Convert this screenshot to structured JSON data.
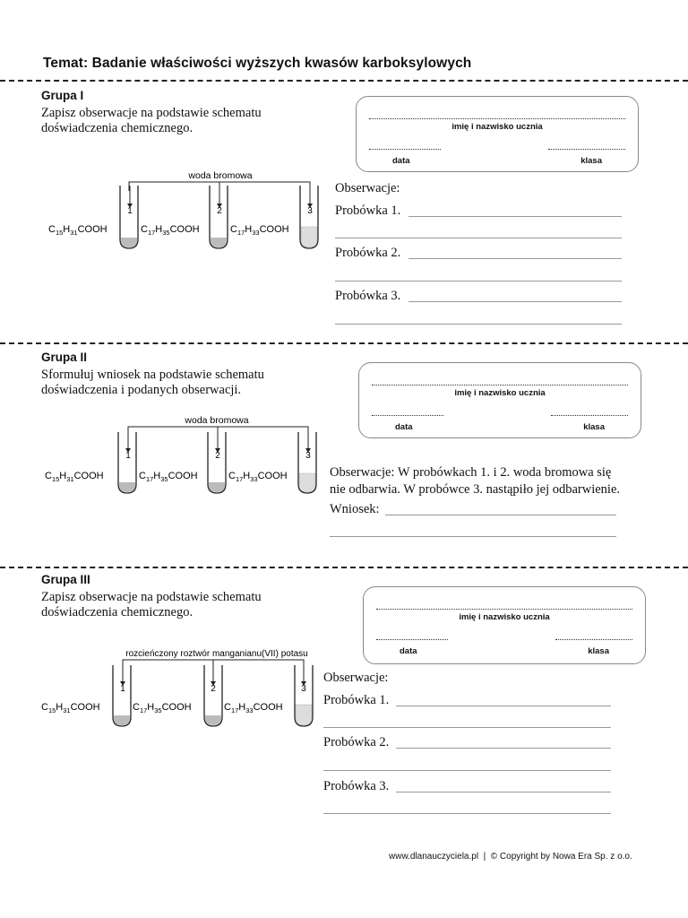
{
  "title": "Temat: Badanie właściwości wyższych kwasów karboksylowych",
  "card": {
    "name_label": "imię i nazwisko ucznia",
    "date_label": "data",
    "class_label": "klasa"
  },
  "group1": {
    "heading": "Grupa I",
    "instruction_line1": "Zapisz obserwacje na podstawie schematu",
    "instruction_line2": "doświadczenia chemicznego.",
    "reagent": "woda bromowa",
    "acids": [
      {
        "base": "C",
        "s1": "15",
        "mid": "H",
        "s2": "31",
        "tail": "COOH"
      },
      {
        "base": "C",
        "s1": "17",
        "mid": "H",
        "s2": "35",
        "tail": "COOH"
      },
      {
        "base": "C",
        "s1": "17",
        "mid": "H",
        "s2": "33",
        "tail": "COOH"
      }
    ],
    "tube_numbers": [
      "1",
      "2",
      "3"
    ],
    "observations_label": "Obserwacje:",
    "tube_rows": [
      "Probówka 1.",
      "Probówka 2.",
      "Probówka 3."
    ]
  },
  "group2": {
    "heading": "Grupa II",
    "instruction_line1": "Sformułuj wniosek na podstawie schematu",
    "instruction_line2": "doświadczenia i podanych obserwacji.",
    "reagent": "woda bromowa",
    "acids": [
      {
        "base": "C",
        "s1": "15",
        "mid": "H",
        "s2": "31",
        "tail": "COOH"
      },
      {
        "base": "C",
        "s1": "17",
        "mid": "H",
        "s2": "35",
        "tail": "COOH"
      },
      {
        "base": "C",
        "s1": "17",
        "mid": "H",
        "s2": "33",
        "tail": "COOH"
      }
    ],
    "tube_numbers": [
      "1",
      "2",
      "3"
    ],
    "observation_line1": "Obserwacje: W probówkach 1. i 2. woda bromowa się",
    "observation_line2": "nie odbarwia. W probówce 3. nastąpiło jej odbarwienie.",
    "conclusion_label": "Wniosek:"
  },
  "group3": {
    "heading": "Grupa III",
    "instruction_line1": "Zapisz obserwacje na podstawie schematu",
    "instruction_line2": "doświadczenia chemicznego.",
    "reagent": "rozcieńczony roztwór manganianu(VII) potasu",
    "acids": [
      {
        "base": "C",
        "s1": "15",
        "mid": "H",
        "s2": "31",
        "tail": "COOH"
      },
      {
        "base": "C",
        "s1": "17",
        "mid": "H",
        "s2": "35",
        "tail": "COOH"
      },
      {
        "base": "C",
        "s1": "17",
        "mid": "H",
        "s2": "33",
        "tail": "COOH"
      }
    ],
    "tube_numbers": [
      "1",
      "2",
      "3"
    ],
    "observations_label": "Obserwacje:",
    "tube_rows": [
      "Probówka 1.",
      "Probówka 2.",
      "Probówka 3."
    ]
  },
  "footer": "www.dlanauczyciela.pl  |  © Copyright by Nowa Era Sp. z o.o."
}
